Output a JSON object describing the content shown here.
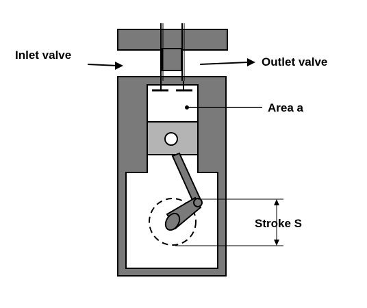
{
  "labels": {
    "inlet_valve": "Inlet valve",
    "outlet_valve": "Outlet valve",
    "area": "Area a",
    "stroke": "Stroke S"
  },
  "colors": {
    "metal": "#7a7a7a",
    "outline": "#000000",
    "background": "#ffffff"
  }
}
